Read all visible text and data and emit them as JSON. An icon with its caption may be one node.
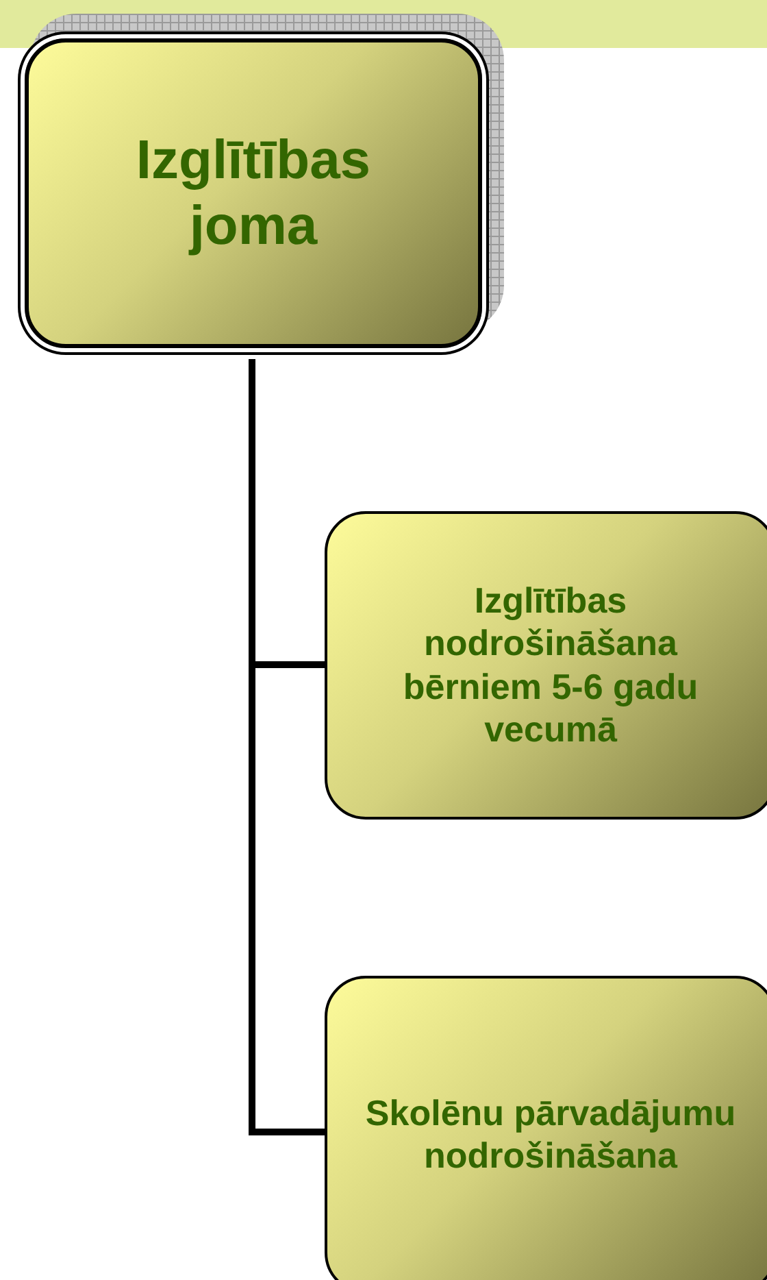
{
  "diagram": {
    "nodes": [
      {
        "text": [
          "Izglītības joma"
        ]
      },
      {
        "text": [
          "Izglītības nodrošināšana bērniem 5-6 gadu vecumā"
        ]
      },
      {
        "text": [
          "Skolēnu pārvadājumu nodrošināšana"
        ]
      }
    ],
    "edges": [
      {
        "from": 0,
        "to": 1,
        "arrow": "none"
      },
      {
        "from": 0,
        "to": 2,
        "arrow": "none"
      }
    ]
  }
}
